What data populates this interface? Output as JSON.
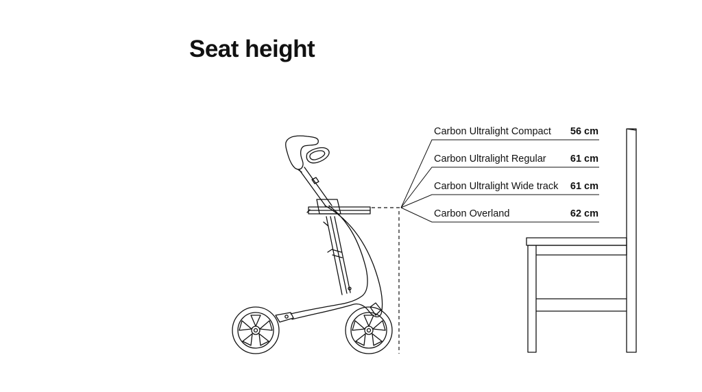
{
  "title": "Seat height",
  "specs": [
    {
      "name": "Carbon Ultralight Compact",
      "value": "56 cm"
    },
    {
      "name": "Carbon Ultralight Regular",
      "value": "61 cm"
    },
    {
      "name": "Carbon Ultralight Wide track",
      "value": "61 cm"
    },
    {
      "name": "Carbon Overland",
      "value": "62 cm"
    }
  ],
  "colors": {
    "line": "#111111",
    "background": "#ffffff"
  }
}
